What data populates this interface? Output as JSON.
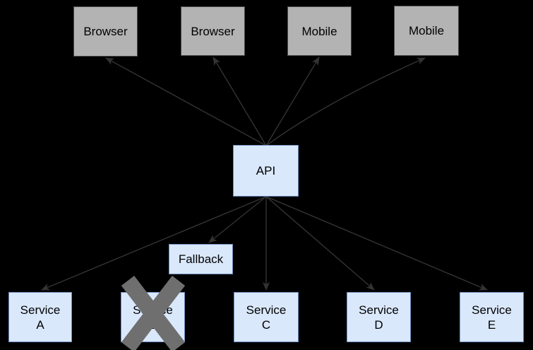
{
  "nodes": {
    "browser1": {
      "label": "Browser"
    },
    "browser2": {
      "label": "Browser"
    },
    "mobile1": {
      "label": "Mobile"
    },
    "mobile2": {
      "label": "Mobile"
    },
    "api": {
      "label": "API"
    },
    "fallback": {
      "label": "Fallback"
    },
    "service_a": {
      "label_line1": "Service",
      "label_line2": "A"
    },
    "service_b": {
      "label_line1": "Service",
      "label_line2": "B",
      "crossed_out": true
    },
    "service_c": {
      "label_line1": "Service",
      "label_line2": "C"
    },
    "service_d": {
      "label_line1": "Service",
      "label_line2": "D"
    },
    "service_e": {
      "label_line1": "Service",
      "label_line2": "E"
    }
  },
  "edges": [
    {
      "from": "api",
      "to": "browser1",
      "arrow": "at-to-end"
    },
    {
      "from": "api",
      "to": "browser2",
      "arrow": "at-to-end"
    },
    {
      "from": "api",
      "to": "mobile1",
      "arrow": "at-to-end"
    },
    {
      "from": "api",
      "to": "mobile2",
      "arrow": "at-to-end"
    },
    {
      "from": "api",
      "to": "service_a",
      "arrow": "at-to-end"
    },
    {
      "from": "api",
      "to": "fallback",
      "arrow": "at-to-end"
    },
    {
      "from": "api",
      "to": "service_c",
      "arrow": "at-to-end"
    },
    {
      "from": "api",
      "to": "service_d",
      "arrow": "at-to-end"
    },
    {
      "from": "api",
      "to": "service_e",
      "arrow": "at-to-end"
    }
  ],
  "icons": {
    "failure_cross": "x-mark over Service B"
  },
  "colors": {
    "background": "#000000",
    "client_fill": "#b3b3b3",
    "client_border": "#4a4a4a",
    "service_fill": "#dae8fc",
    "service_border": "#6c8ebf",
    "edge": "#333333",
    "cross": "#6f6f6f",
    "label_text": "#000000"
  }
}
